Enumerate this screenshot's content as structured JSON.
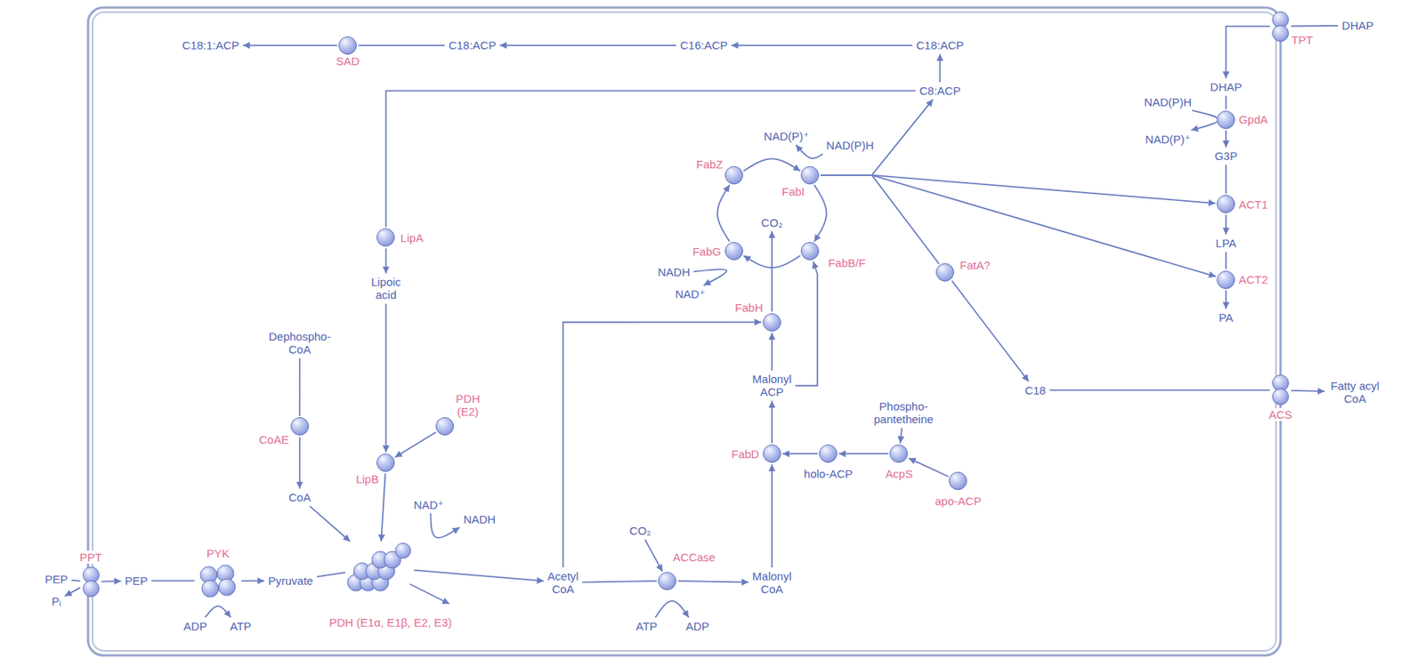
{
  "diagram": {
    "nodes": [
      {
        "text": [
          "C18:1:ACP"
        ]
      },
      {
        "text": [
          "SAD"
        ]
      },
      {
        "text": [
          "C18:ACP"
        ]
      },
      {
        "text": [
          "C16:ACP"
        ]
      },
      {
        "text": [
          "C18:ACP"
        ]
      },
      {
        "text": [
          "DHAP"
        ]
      },
      {
        "text": [
          "TPT"
        ]
      },
      {
        "text": [
          "C8:ACP"
        ]
      },
      {
        "text": [
          "DHAP"
        ]
      },
      {
        "text": [
          "NAD(P)H"
        ]
      },
      {
        "text": [
          "GpdA"
        ]
      },
      {
        "text": [
          "NAD(P)⁺"
        ]
      },
      {
        "text": [
          "G3P"
        ]
      },
      {
        "text": [
          "NAD(P)⁺"
        ]
      },
      {
        "text": [
          "NAD(P)H"
        ]
      },
      {
        "text": [
          "FabZ"
        ]
      },
      {
        "text": [
          "FabI"
        ]
      },
      {
        "text": [
          "LipA"
        ]
      },
      {
        "text": [
          "ACT1"
        ]
      },
      {
        "text": [
          "CO₂"
        ]
      },
      {
        "text": [
          "FabG"
        ]
      },
      {
        "text": [
          "NADH"
        ]
      },
      {
        "text": [
          "NAD⁺"
        ]
      },
      {
        "text": [
          "FabB/F"
        ]
      },
      {
        "text": [
          "LPA"
        ]
      },
      {
        "text": [
          "FatA?"
        ]
      },
      {
        "text": [
          "ACT2"
        ]
      },
      {
        "text": [
          "Lipoic acid"
        ]
      },
      {
        "text": [
          "FabH"
        ]
      },
      {
        "text": [
          "PA"
        ]
      },
      {
        "text": [
          "Dephospho- CoA"
        ]
      },
      {
        "text": [
          "Malonyl ACP"
        ]
      },
      {
        "text": [
          "C18"
        ]
      },
      {
        "text": [
          "ACS"
        ]
      },
      {
        "text": [
          "Fatty acyl CoA"
        ]
      },
      {
        "text": [
          "Phospho- pantetheine"
        ]
      },
      {
        "text": [
          "PDH (E2)"
        ]
      },
      {
        "text": [
          "FabD"
        ]
      },
      {
        "text": [
          "holo-ACP"
        ]
      },
      {
        "text": [
          "AcpS"
        ]
      },
      {
        "text": [
          "LipB"
        ]
      },
      {
        "text": [
          "CoAE"
        ]
      },
      {
        "text": [
          "apo-ACP"
        ]
      },
      {
        "text": [
          "CoA"
        ]
      },
      {
        "text": [
          "NAD⁺"
        ]
      },
      {
        "text": [
          "NADH"
        ]
      },
      {
        "text": [
          "PYK"
        ]
      },
      {
        "text": [
          "PPT"
        ]
      },
      {
        "text": [
          "ACCase"
        ]
      },
      {
        "text": [
          "CO₂"
        ]
      },
      {
        "text": [
          "PEP"
        ]
      },
      {
        "text": [
          "PEP"
        ]
      },
      {
        "text": [
          "Pyruvate"
        ]
      },
      {
        "text": [
          "PDH (E1α, E1β, E2, E3)"
        ]
      },
      {
        "text": [
          "Acetyl CoA"
        ]
      },
      {
        "text": [
          "Malonyl CoA"
        ]
      },
      {
        "text": [
          "Pᵢ"
        ]
      },
      {
        "text": [
          "ADP"
        ]
      },
      {
        "text": [
          "ATP"
        ]
      },
      {
        "text": [
          "ATP"
        ]
      },
      {
        "text": [
          "ADP"
        ]
      }
    ],
    "edges": [
      {
        "from": 4,
        "to": 3,
        "arrow": "to"
      },
      {
        "from": 3,
        "to": 2,
        "arrow": "to"
      },
      {
        "from": 2,
        "to": 1,
        "arrow": "none"
      },
      {
        "from": 1,
        "to": 0,
        "arrow": "to"
      },
      {
        "from": 7,
        "to": 4,
        "arrow": "to"
      },
      {
        "from": 5,
        "to": 6,
        "arrow": "none"
      },
      {
        "from": 6,
        "to": 8,
        "arrow": "to"
      },
      {
        "from": 8,
        "to": 10,
        "arrow": "none"
      },
      {
        "from": 10,
        "to": 12,
        "arrow": "to"
      },
      {
        "from": 9,
        "to": 11,
        "arrow": "to"
      },
      {
        "from": 12,
        "to": 18,
        "arrow": "none"
      },
      {
        "from": 18,
        "to": 24,
        "arrow": "to"
      },
      {
        "from": 24,
        "to": 26,
        "arrow": "none"
      },
      {
        "from": 26,
        "to": 29,
        "arrow": "to"
      },
      {
        "from": 16,
        "to": 7,
        "arrow": "to"
      },
      {
        "from": 16,
        "to": 18,
        "arrow": "to"
      },
      {
        "from": 16,
        "to": 26,
        "arrow": "to"
      },
      {
        "from": 16,
        "to": 25,
        "arrow": "none"
      },
      {
        "from": 25,
        "to": 32,
        "arrow": "to"
      },
      {
        "from": 14,
        "to": 13,
        "arrow": "to"
      },
      {
        "from": 7,
        "to": 17,
        "arrow": "none"
      },
      {
        "from": 17,
        "to": 27,
        "arrow": "to"
      },
      {
        "from": 27,
        "to": 40,
        "arrow": "to"
      },
      {
        "from": 36,
        "to": 40,
        "arrow": "to"
      },
      {
        "from": 30,
        "to": 41,
        "arrow": "none"
      },
      {
        "from": 41,
        "to": 43,
        "arrow": "to"
      },
      {
        "from": 43,
        "to": 53,
        "arrow": "to"
      },
      {
        "from": 40,
        "to": 53,
        "arrow": "to"
      },
      {
        "from": 52,
        "to": 53,
        "arrow": "none"
      },
      {
        "from": 53,
        "to": 54,
        "arrow": "to"
      },
      {
        "from": 44,
        "to": 45,
        "arrow": "to"
      },
      {
        "from": 50,
        "to": 47,
        "arrow": "none"
      },
      {
        "from": 47,
        "to": 51,
        "arrow": "to"
      },
      {
        "from": 47,
        "to": 56,
        "arrow": "to"
      },
      {
        "from": 51,
        "to": 46,
        "arrow": "none"
      },
      {
        "from": 46,
        "to": 52,
        "arrow": "to"
      },
      {
        "from": 57,
        "to": 58,
        "arrow": "to"
      },
      {
        "from": 54,
        "to": 48,
        "arrow": "none"
      },
      {
        "from": 48,
        "to": 55,
        "arrow": "to"
      },
      {
        "from": 49,
        "to": 48,
        "arrow": "to"
      },
      {
        "from": 59,
        "to": 60,
        "arrow": "to"
      },
      {
        "from": 55,
        "to": 37,
        "arrow": "to"
      },
      {
        "from": 37,
        "to": 31,
        "arrow": "to"
      },
      {
        "from": 31,
        "to": 28,
        "arrow": "to"
      },
      {
        "from": 54,
        "to": 28,
        "arrow": "to"
      },
      {
        "from": 31,
        "to": 23,
        "arrow": "to"
      },
      {
        "from": 28,
        "to": 19,
        "arrow": "to"
      },
      {
        "from": 23,
        "to": 20,
        "arrow": "to"
      },
      {
        "from": 20,
        "to": 15,
        "arrow": "to"
      },
      {
        "from": 15,
        "to": 16,
        "arrow": "to"
      },
      {
        "from": 16,
        "to": 23,
        "arrow": "to"
      },
      {
        "from": 21,
        "to": 22,
        "arrow": "to"
      },
      {
        "from": 39,
        "to": 38,
        "arrow": "to"
      },
      {
        "from": 38,
        "to": 37,
        "arrow": "to"
      },
      {
        "from": 35,
        "to": 39,
        "arrow": "to"
      },
      {
        "from": 42,
        "to": 39,
        "arrow": "to"
      },
      {
        "from": 32,
        "to": 33,
        "arrow": "none"
      },
      {
        "from": 33,
        "to": 34,
        "arrow": "to"
      }
    ]
  }
}
